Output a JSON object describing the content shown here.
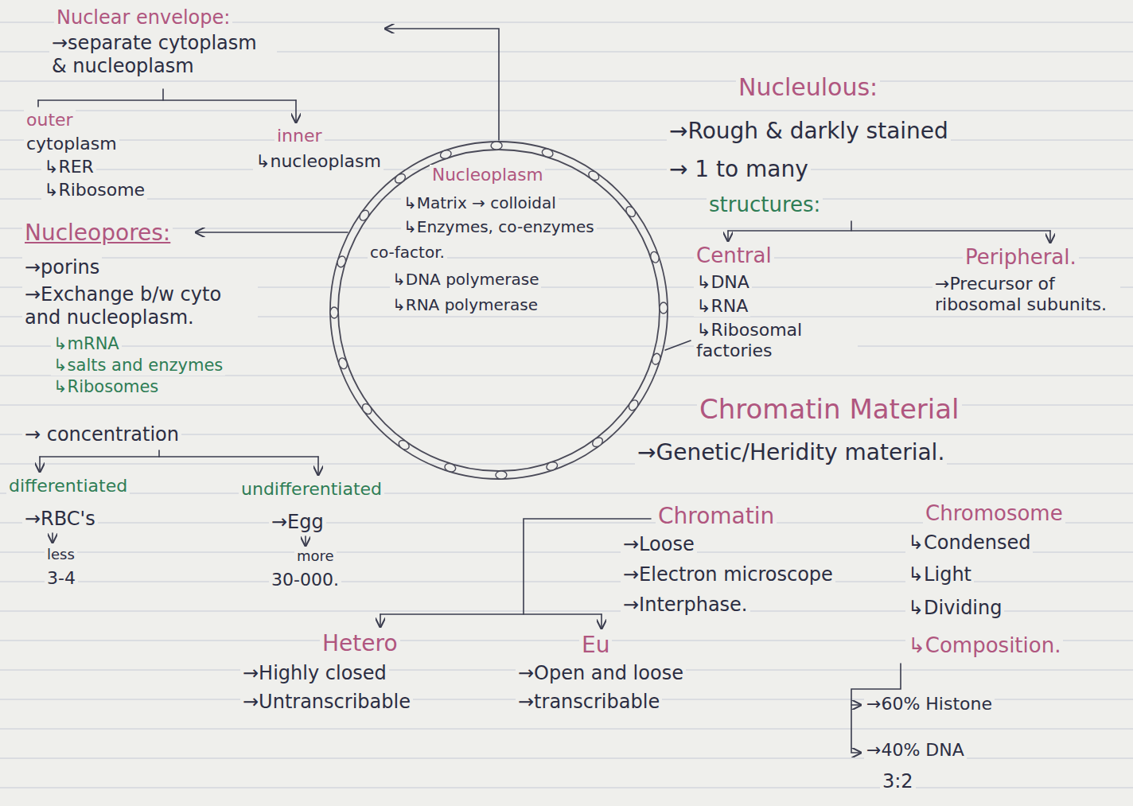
{
  "diagram": {
    "nodes": [
      {
        "text": [
          "Nucleoplasm",
          "↳Matrix → colloidal",
          "↳Enzymes, co-enzymes",
          "co-factor.",
          "↳DNA polymerase",
          "↳RNA polymerase"
        ]
      }
    ],
    "labels": [
      "Nuclear envelope:",
      "→separate cytoplasm & nucleoplasm",
      "outer",
      "cytoplasm",
      "↳RER",
      "↳Ribosome",
      "inner",
      "↳nucleoplasm",
      "Nucleopores:",
      "→porins",
      "→Exchange b/w cyto and nucleoplasm.",
      "↳mRNA",
      "↳salts and enzymes",
      "↳Ribosomes",
      "→ concentration",
      "differentiated",
      "undifferentiated",
      "→RBC's",
      "less",
      "3-4",
      "→Egg",
      "more",
      "30-000.",
      "Nucleulous:",
      "→Rough & darkly stained",
      "→ 1 to many",
      "structures:",
      "Central",
      "↳DNA",
      "↳RNA",
      "↳Ribosomal factories",
      "Peripheral.",
      "→Precursor of ribosomal subunits.",
      "Chromatin Material",
      "→Genetic/Heridity material.",
      "Chromatin",
      "→Loose",
      "→Electron microscope",
      "→Interphase.",
      "Chromosome",
      "↳Condensed",
      "↳Light",
      "↳Dividing",
      "↳Composition.",
      "→60% Histone",
      "→40% DNA",
      "3:2",
      "Hetero",
      "→Highly closed",
      "→Untranscribable",
      "Eu",
      "→Open and loose",
      "→transcribable"
    ]
  }
}
